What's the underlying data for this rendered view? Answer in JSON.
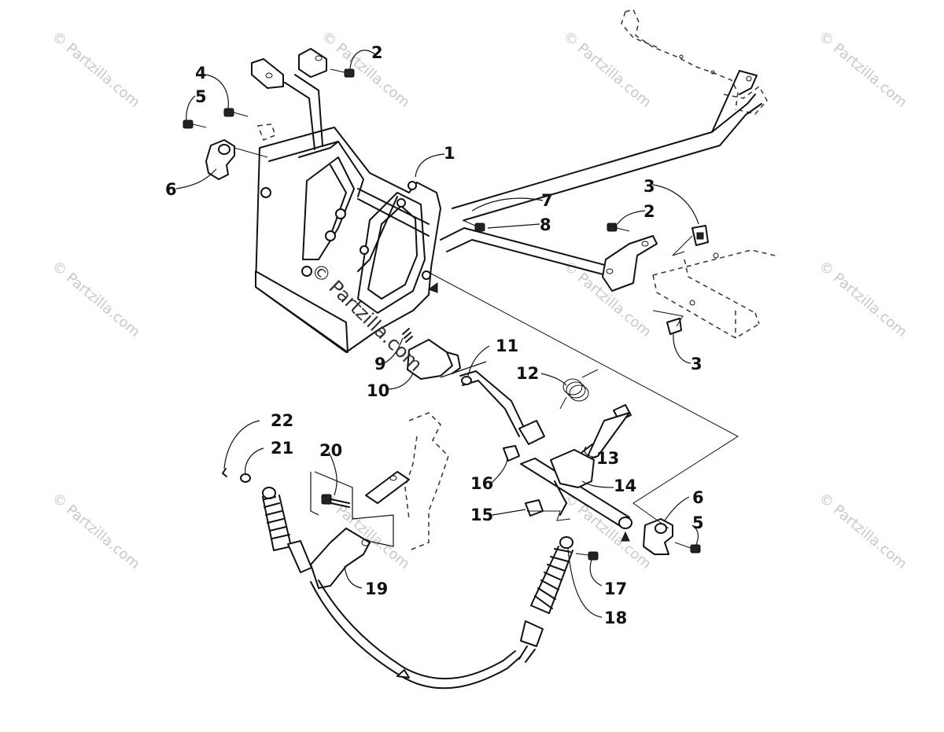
{
  "watermark": {
    "text": "© Partzilla.com",
    "center_text": "© Partzilla.com"
  },
  "callouts": [
    {
      "id": "c1",
      "label": "1"
    },
    {
      "id": "c2a",
      "label": "2"
    },
    {
      "id": "c2b",
      "label": "2"
    },
    {
      "id": "c3a",
      "label": "3"
    },
    {
      "id": "c3b",
      "label": "3"
    },
    {
      "id": "c4",
      "label": "4"
    },
    {
      "id": "c5a",
      "label": "5"
    },
    {
      "id": "c5b",
      "label": "5"
    },
    {
      "id": "c6a",
      "label": "6"
    },
    {
      "id": "c6b",
      "label": "6"
    },
    {
      "id": "c7",
      "label": "7"
    },
    {
      "id": "c8",
      "label": "8"
    },
    {
      "id": "c9",
      "label": "9"
    },
    {
      "id": "c10",
      "label": "10"
    },
    {
      "id": "c11",
      "label": "11"
    },
    {
      "id": "c12",
      "label": "12"
    },
    {
      "id": "c13",
      "label": "13"
    },
    {
      "id": "c14",
      "label": "14"
    },
    {
      "id": "c15",
      "label": "15"
    },
    {
      "id": "c16",
      "label": "16"
    },
    {
      "id": "c17",
      "label": "17"
    },
    {
      "id": "c18",
      "label": "18"
    },
    {
      "id": "c19",
      "label": "19"
    },
    {
      "id": "c20",
      "label": "20"
    },
    {
      "id": "c21",
      "label": "21"
    },
    {
      "id": "c22",
      "label": "22"
    }
  ],
  "colors": {
    "ink": "#111111",
    "watermark": "#c8c8c8",
    "background": "#ffffff"
  }
}
